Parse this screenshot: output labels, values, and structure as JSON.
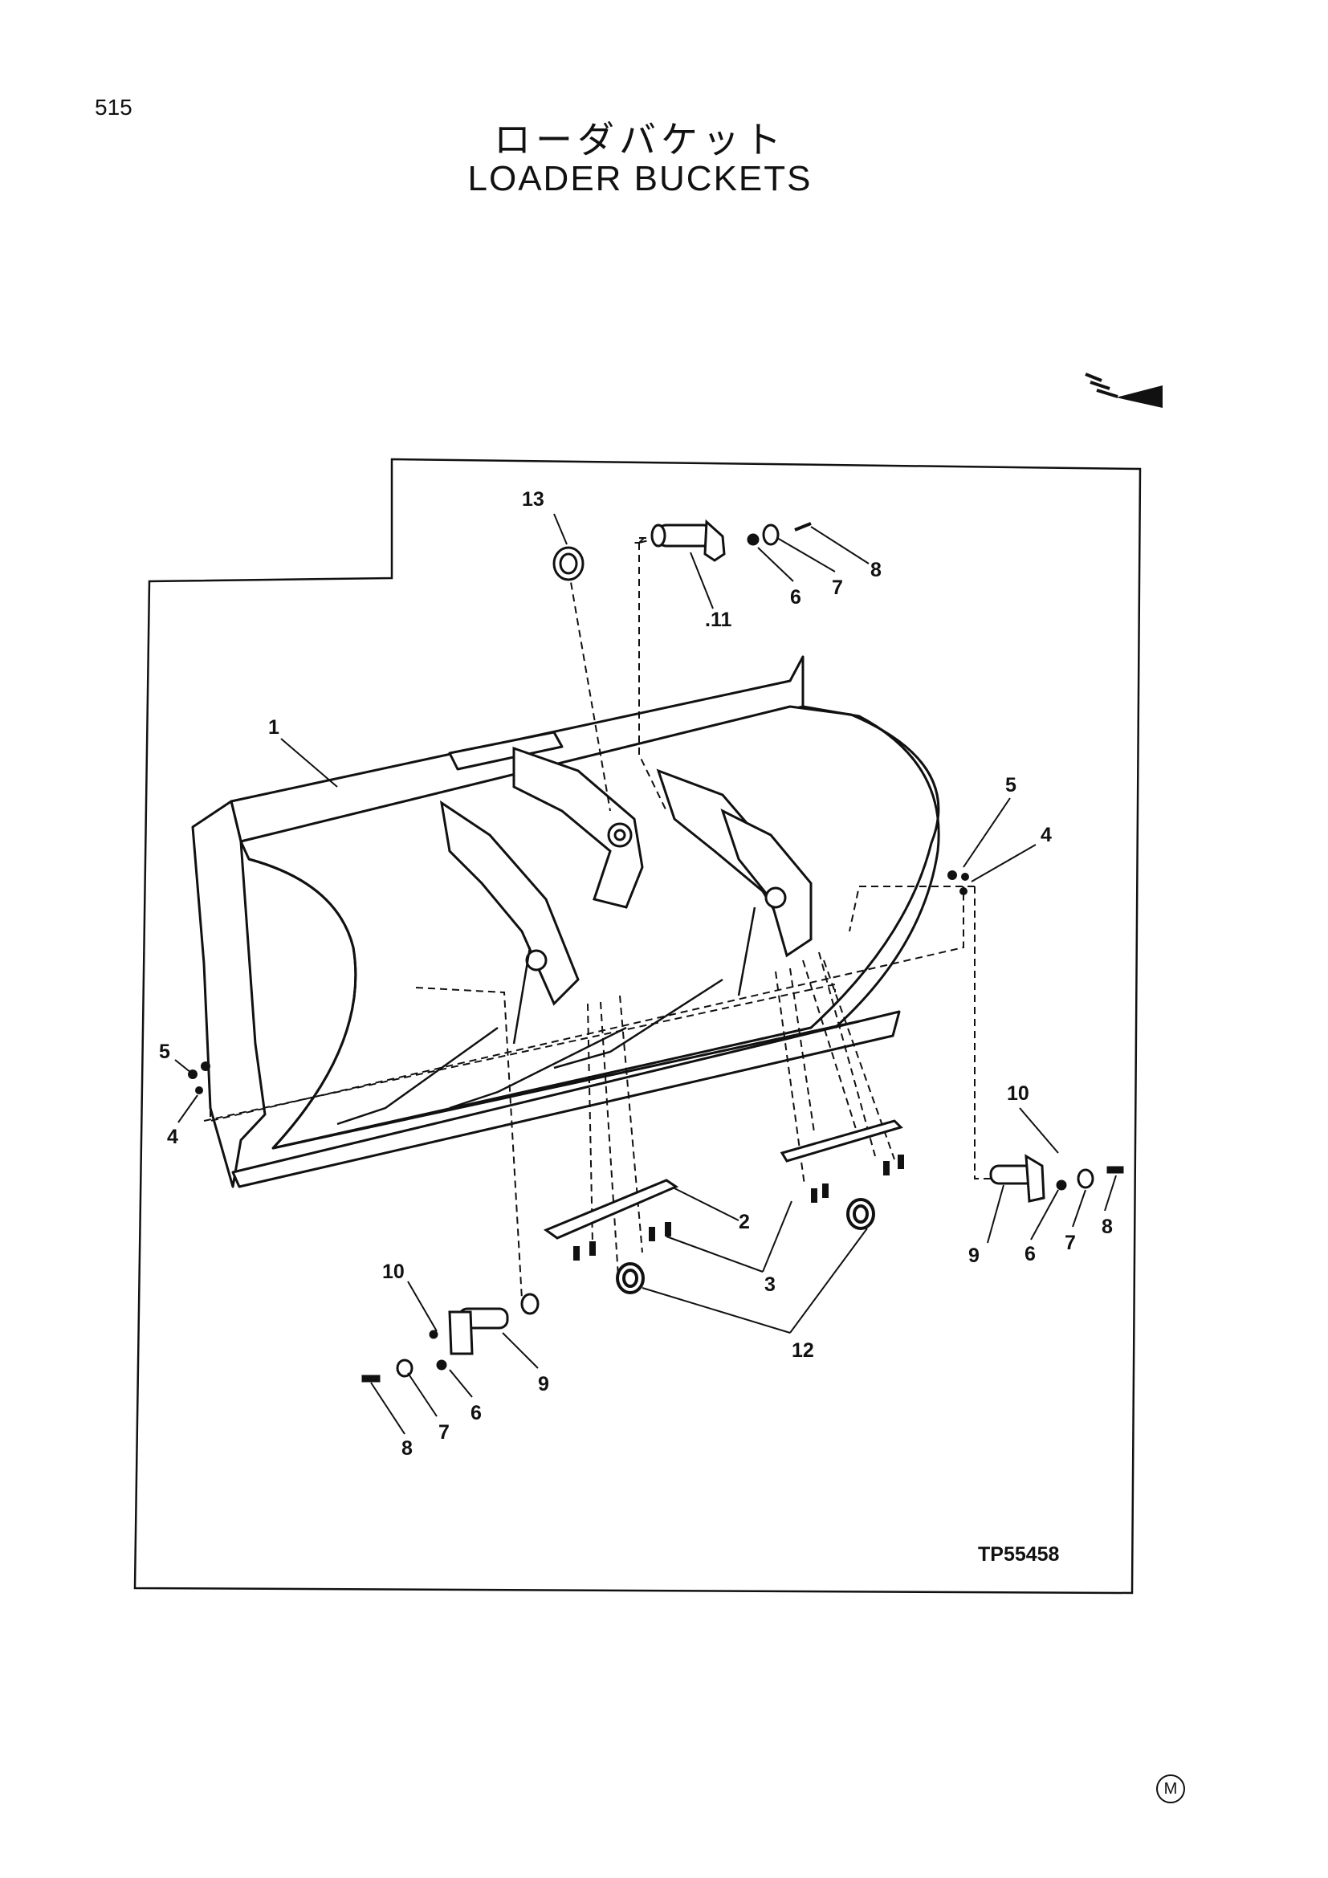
{
  "header": {
    "page_number": "515",
    "title_jp": "ローダバケット",
    "title_en": "LOADER BUCKETS"
  },
  "diagram": {
    "figure_id": "TP55458",
    "callouts": {
      "c13": "13",
      "c11": ".11",
      "c8a": "8",
      "c7a": "7",
      "c6a": "6",
      "c1": "1",
      "c5a": "5",
      "c4a": "4",
      "c5b": "5",
      "c4b": "4",
      "c10a": "10",
      "c9a": "9",
      "c6b": "6",
      "c7b": "7",
      "c8b": "8",
      "c2": "2",
      "c3": "3",
      "c12": "12",
      "c10b": "10",
      "c9b": "9",
      "c6c": "6",
      "c7c": "7",
      "c8c": "8"
    }
  },
  "footer": {
    "mark": "M"
  }
}
